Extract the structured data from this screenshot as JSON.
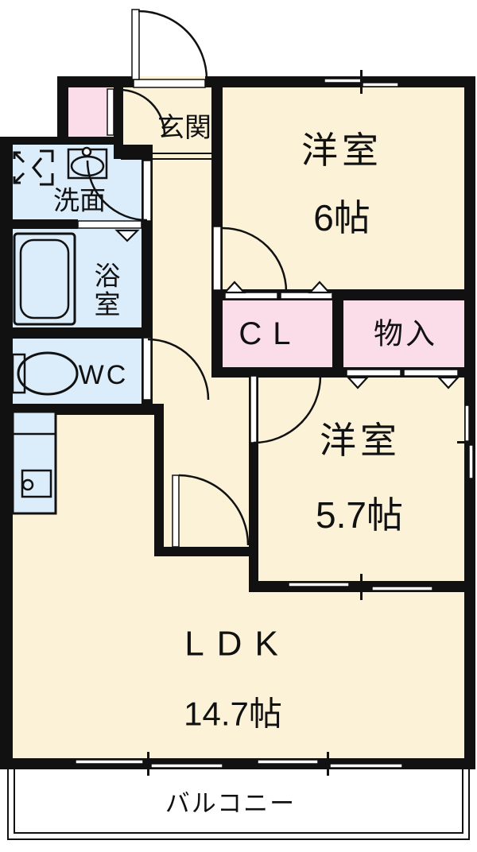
{
  "floorplan": {
    "description": "Japanese apartment floor plan (2LDK)",
    "rooms": {
      "genkan": {
        "label": "玄関"
      },
      "senmen": {
        "label": "洗面"
      },
      "bath": {
        "label": "浴室",
        "chars": {
          "c1": "浴",
          "c2": "室"
        }
      },
      "wc": {
        "label": "WC"
      },
      "bedroom1": {
        "label": "洋室",
        "size": "6帖"
      },
      "closet": {
        "label": "CL"
      },
      "storage": {
        "label": "物入"
      },
      "bedroom2": {
        "label": "洋室",
        "size": "5.7帖"
      },
      "ldk": {
        "label": "LDK",
        "size": "14.7帖"
      },
      "balcony": {
        "label": "バルコニー"
      }
    },
    "colors": {
      "room_floor": "#FBF2D8",
      "wet_area": "#DBECFA",
      "closet_pink": "#FADDE8",
      "wall": "#111111",
      "background": "#FFFFFF"
    }
  }
}
